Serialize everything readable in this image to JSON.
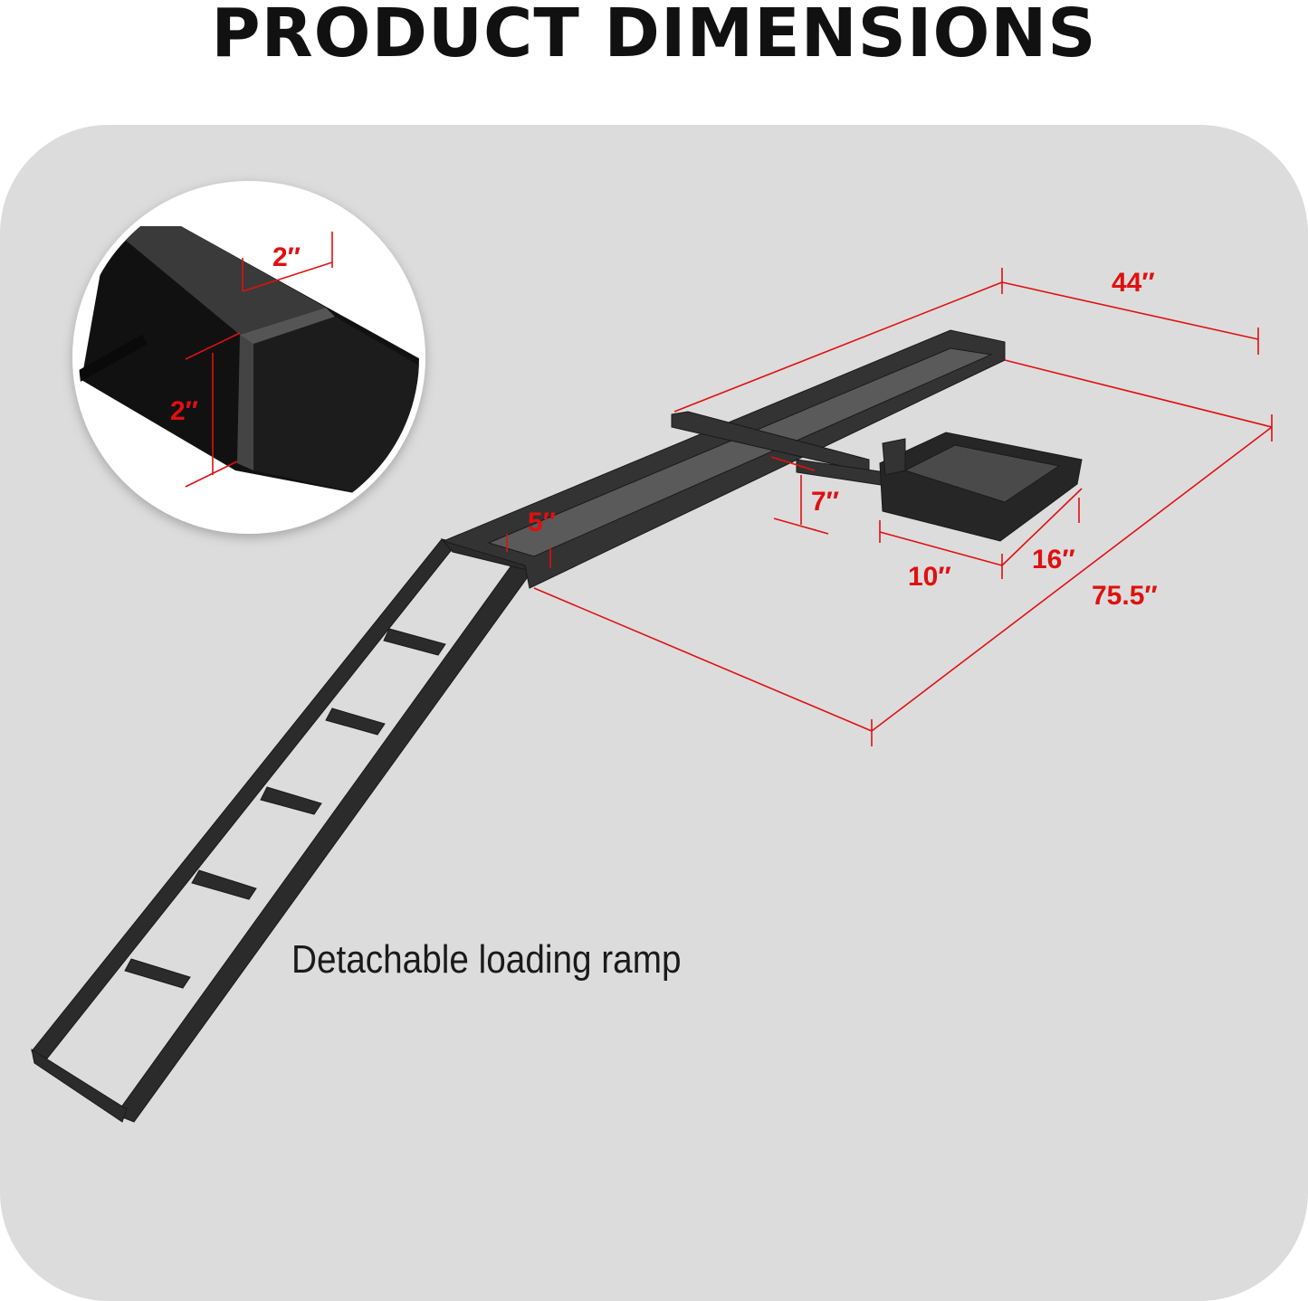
{
  "title": "PRODUCT DIMENSIONS",
  "caption": "Detachable loading ramp",
  "dimensions": {
    "tube_width": "2″",
    "tube_height": "2″",
    "width": "44″",
    "length": "75.5″",
    "rise": "7″",
    "rail_width": "5″",
    "basket_depth": "10″",
    "basket_width": "16″"
  },
  "colors": {
    "dimension": "#e01010",
    "panel": "#dcdcdc",
    "metal": "#2a2a2a"
  }
}
